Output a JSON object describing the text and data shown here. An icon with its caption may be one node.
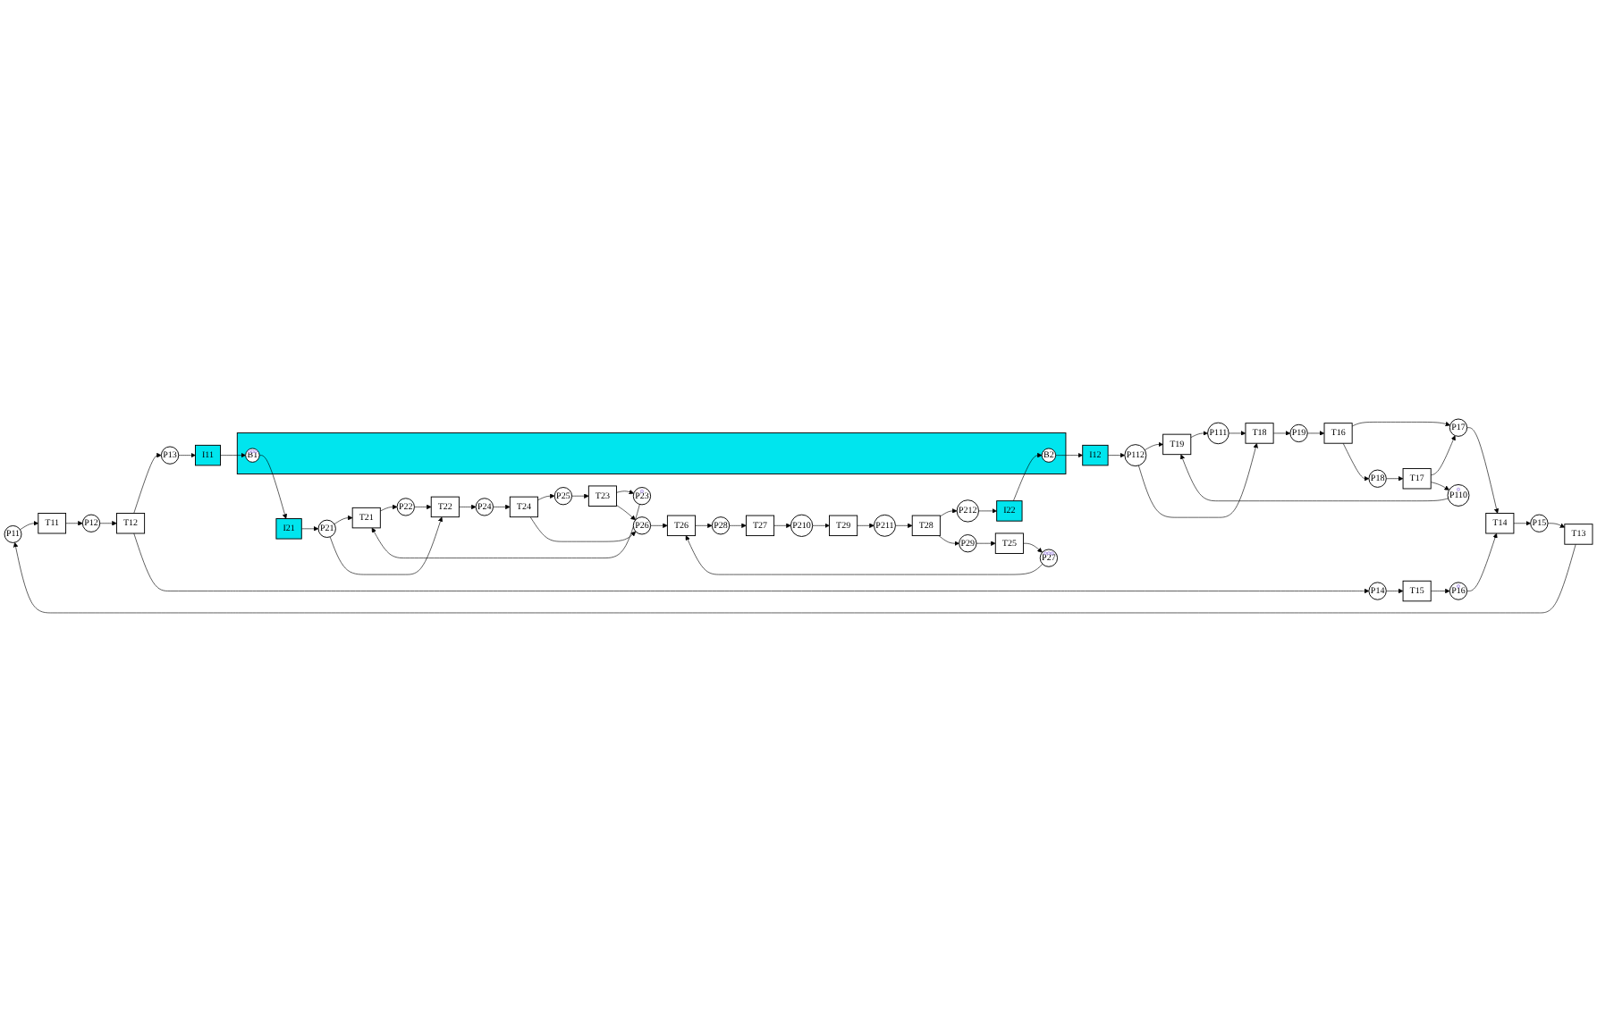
{
  "diagram": {
    "nodes": [
      {
        "text": [
          "P11"
        ]
      },
      {
        "text": [
          "T11"
        ]
      },
      {
        "text": [
          "P12"
        ]
      },
      {
        "text": [
          "T12"
        ]
      },
      {
        "text": [
          "P13"
        ]
      },
      {
        "text": [
          "I11"
        ]
      },
      {
        "text": [],
        "shape": "band"
      },
      {
        "text": [
          "B1"
        ],
        "in": 6
      },
      {
        "text": [
          "I21"
        ]
      },
      {
        "text": [
          "P21"
        ]
      },
      {
        "text": [
          "T21"
        ]
      },
      {
        "text": [
          "T22"
        ]
      },
      {
        "text": [
          "P22"
        ]
      },
      {
        "text": [
          "T13"
        ]
      },
      {
        "text": [
          "P14"
        ]
      },
      {
        "text": [
          "P23"
        ]
      },
      {
        "text": [
          "P24"
        ]
      },
      {
        "text": [
          "T14"
        ]
      },
      {
        "text": [
          "P25"
        ]
      },
      {
        "text": [
          "P15"
        ]
      },
      {
        "text": [
          "P16"
        ]
      },
      {
        "text": [
          "T15"
        ]
      },
      {
        "text": [
          "T23"
        ]
      },
      {
        "text": [
          "T24"
        ]
      },
      {
        "text": [
          "P17"
        ]
      },
      {
        "text": [
          "P26"
        ]
      },
      {
        "text": [
          "T16"
        ]
      },
      {
        "text": [
          "T17"
        ]
      },
      {
        "text": [
          "P18"
        ]
      },
      {
        "text": [
          "T25"
        ]
      },
      {
        "text": [
          "P27"
        ]
      },
      {
        "text": [
          "T26"
        ]
      },
      {
        "text": [
          "P28"
        ]
      },
      {
        "text": [
          "P19"
        ]
      },
      {
        "text": [
          "P110"
        ]
      },
      {
        "text": [
          "P29"
        ]
      },
      {
        "text": [
          "T27"
        ]
      },
      {
        "text": [
          "T18"
        ]
      },
      {
        "text": [
          "P111"
        ]
      },
      {
        "text": [
          "T19"
        ]
      },
      {
        "text": [
          "P112"
        ]
      },
      {
        "text": [
          "I12"
        ]
      },
      {
        "text": [
          "B2"
        ],
        "in": 6
      },
      {
        "text": [
          "I22"
        ]
      },
      {
        "text": [
          "P212"
        ]
      },
      {
        "text": [
          "T28"
        ]
      },
      {
        "text": [
          "P211"
        ]
      },
      {
        "text": [
          "T29"
        ]
      },
      {
        "text": [
          "P210"
        ]
      }
    ],
    "edges": [
      {
        "from": 0,
        "to": 1,
        "arrow": "to"
      },
      {
        "from": 1,
        "to": 2,
        "arrow": "to"
      },
      {
        "from": 2,
        "to": 3,
        "arrow": "to"
      },
      {
        "from": 3,
        "to": 4,
        "arrow": "to"
      },
      {
        "from": 4,
        "to": 5,
        "arrow": "to"
      },
      {
        "from": 5,
        "to": 7,
        "arrow": "to"
      },
      {
        "from": 7,
        "to": 8,
        "arrow": "to"
      },
      {
        "from": 8,
        "to": 9,
        "arrow": "to"
      },
      {
        "from": 9,
        "to": 10,
        "arrow": "to"
      },
      {
        "from": 10,
        "to": 12,
        "arrow": "to"
      },
      {
        "from": 12,
        "to": 11,
        "arrow": "to"
      },
      {
        "from": 9,
        "to": 11,
        "arrow": "to"
      },
      {
        "from": 3,
        "to": 14,
        "arrow": "to"
      },
      {
        "from": 14,
        "to": 21,
        "arrow": "to"
      },
      {
        "from": 21,
        "to": 20,
        "arrow": "to"
      },
      {
        "from": 20,
        "to": 17,
        "arrow": "to"
      },
      {
        "from": 17,
        "to": 19,
        "arrow": "to"
      },
      {
        "from": 19,
        "to": 13,
        "arrow": "to"
      },
      {
        "from": 13,
        "to": 0,
        "arrow": "to"
      },
      {
        "from": 24,
        "to": 17,
        "arrow": "to"
      },
      {
        "from": 26,
        "to": 24,
        "arrow": "to"
      },
      {
        "from": 27,
        "to": 24,
        "arrow": "to"
      },
      {
        "from": 26,
        "to": 28,
        "arrow": "to"
      },
      {
        "from": 28,
        "to": 27,
        "arrow": "to"
      },
      {
        "from": 27,
        "to": 34,
        "arrow": "to"
      },
      {
        "from": 34,
        "to": 39,
        "arrow": "to"
      },
      {
        "from": 40,
        "to": 39,
        "arrow": "to"
      },
      {
        "from": 39,
        "to": 38,
        "arrow": "to"
      },
      {
        "from": 38,
        "to": 37,
        "arrow": "to"
      },
      {
        "from": 40,
        "to": 37,
        "arrow": "to"
      },
      {
        "from": 37,
        "to": 33,
        "arrow": "to"
      },
      {
        "from": 33,
        "to": 26,
        "arrow": "to"
      },
      {
        "from": 42,
        "to": 41,
        "arrow": "to"
      },
      {
        "from": 41,
        "to": 40,
        "arrow": "to"
      },
      {
        "from": 11,
        "to": 16,
        "arrow": "to"
      },
      {
        "from": 16,
        "to": 23,
        "arrow": "to"
      },
      {
        "from": 23,
        "to": 18,
        "arrow": "to"
      },
      {
        "from": 18,
        "to": 22,
        "arrow": "to"
      },
      {
        "from": 22,
        "to": 15,
        "arrow": "to"
      },
      {
        "from": 15,
        "to": 10,
        "arrow": "to"
      },
      {
        "from": 22,
        "to": 25,
        "arrow": "to"
      },
      {
        "from": 23,
        "to": 25,
        "arrow": "to"
      },
      {
        "from": 25,
        "to": 31,
        "arrow": "to"
      },
      {
        "from": 29,
        "to": 30,
        "arrow": "to"
      },
      {
        "from": 30,
        "to": 31,
        "arrow": "to"
      },
      {
        "from": 31,
        "to": 32,
        "arrow": "to"
      },
      {
        "from": 32,
        "to": 36,
        "arrow": "to"
      },
      {
        "from": 36,
        "to": 48,
        "arrow": "to"
      },
      {
        "from": 48,
        "to": 47,
        "arrow": "to"
      },
      {
        "from": 47,
        "to": 46,
        "arrow": "to"
      },
      {
        "from": 46,
        "to": 45,
        "arrow": "to"
      },
      {
        "from": 45,
        "to": 44,
        "arrow": "to"
      },
      {
        "from": 44,
        "to": 43,
        "arrow": "to"
      },
      {
        "from": 43,
        "to": 42,
        "arrow": "to"
      },
      {
        "from": 45,
        "to": 35,
        "arrow": "to"
      },
      {
        "from": 35,
        "to": 29,
        "arrow": "to"
      }
    ]
  }
}
